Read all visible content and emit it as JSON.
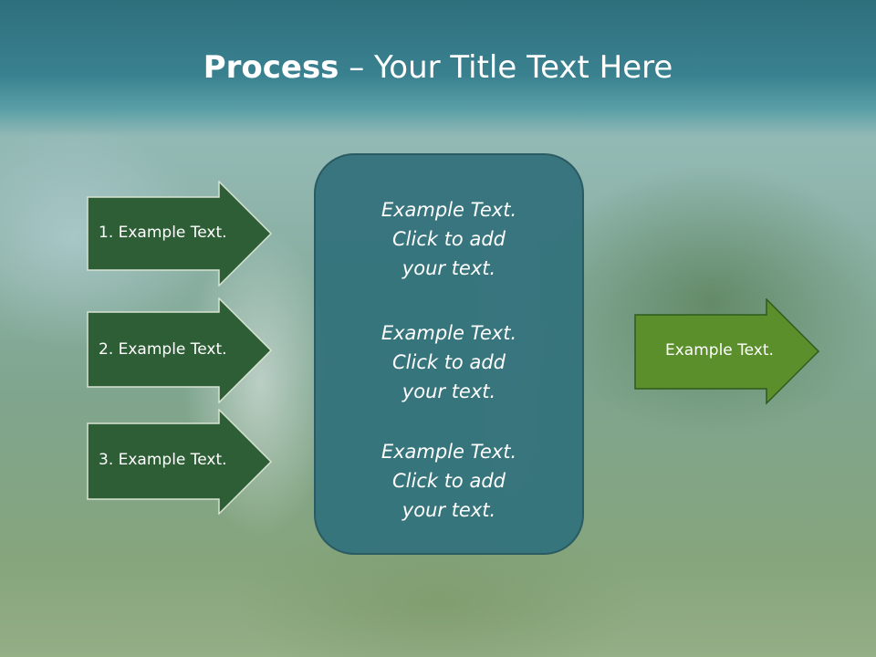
{
  "title": {
    "bold": "Process",
    "rest": " – Your Title Text Here"
  },
  "left_arrows": [
    {
      "label": "1. Example Text."
    },
    {
      "label": "2. Example Text."
    },
    {
      "label": "3. Example Text."
    }
  ],
  "center_blocks": [
    {
      "text": "Example Text.\nClick  to add\nyour text."
    },
    {
      "text": "Example Text.\nClick  to add\nyour text."
    },
    {
      "text": "Example Text.\nClick  to add\nyour text."
    }
  ],
  "right_arrow": {
    "label": "Example Text."
  },
  "colors": {
    "title_band": "#3a8190",
    "left_arrow_fill": "#2e5e36",
    "right_arrow_fill": "#5b8f2c",
    "center_box_fill": "#34737c"
  }
}
